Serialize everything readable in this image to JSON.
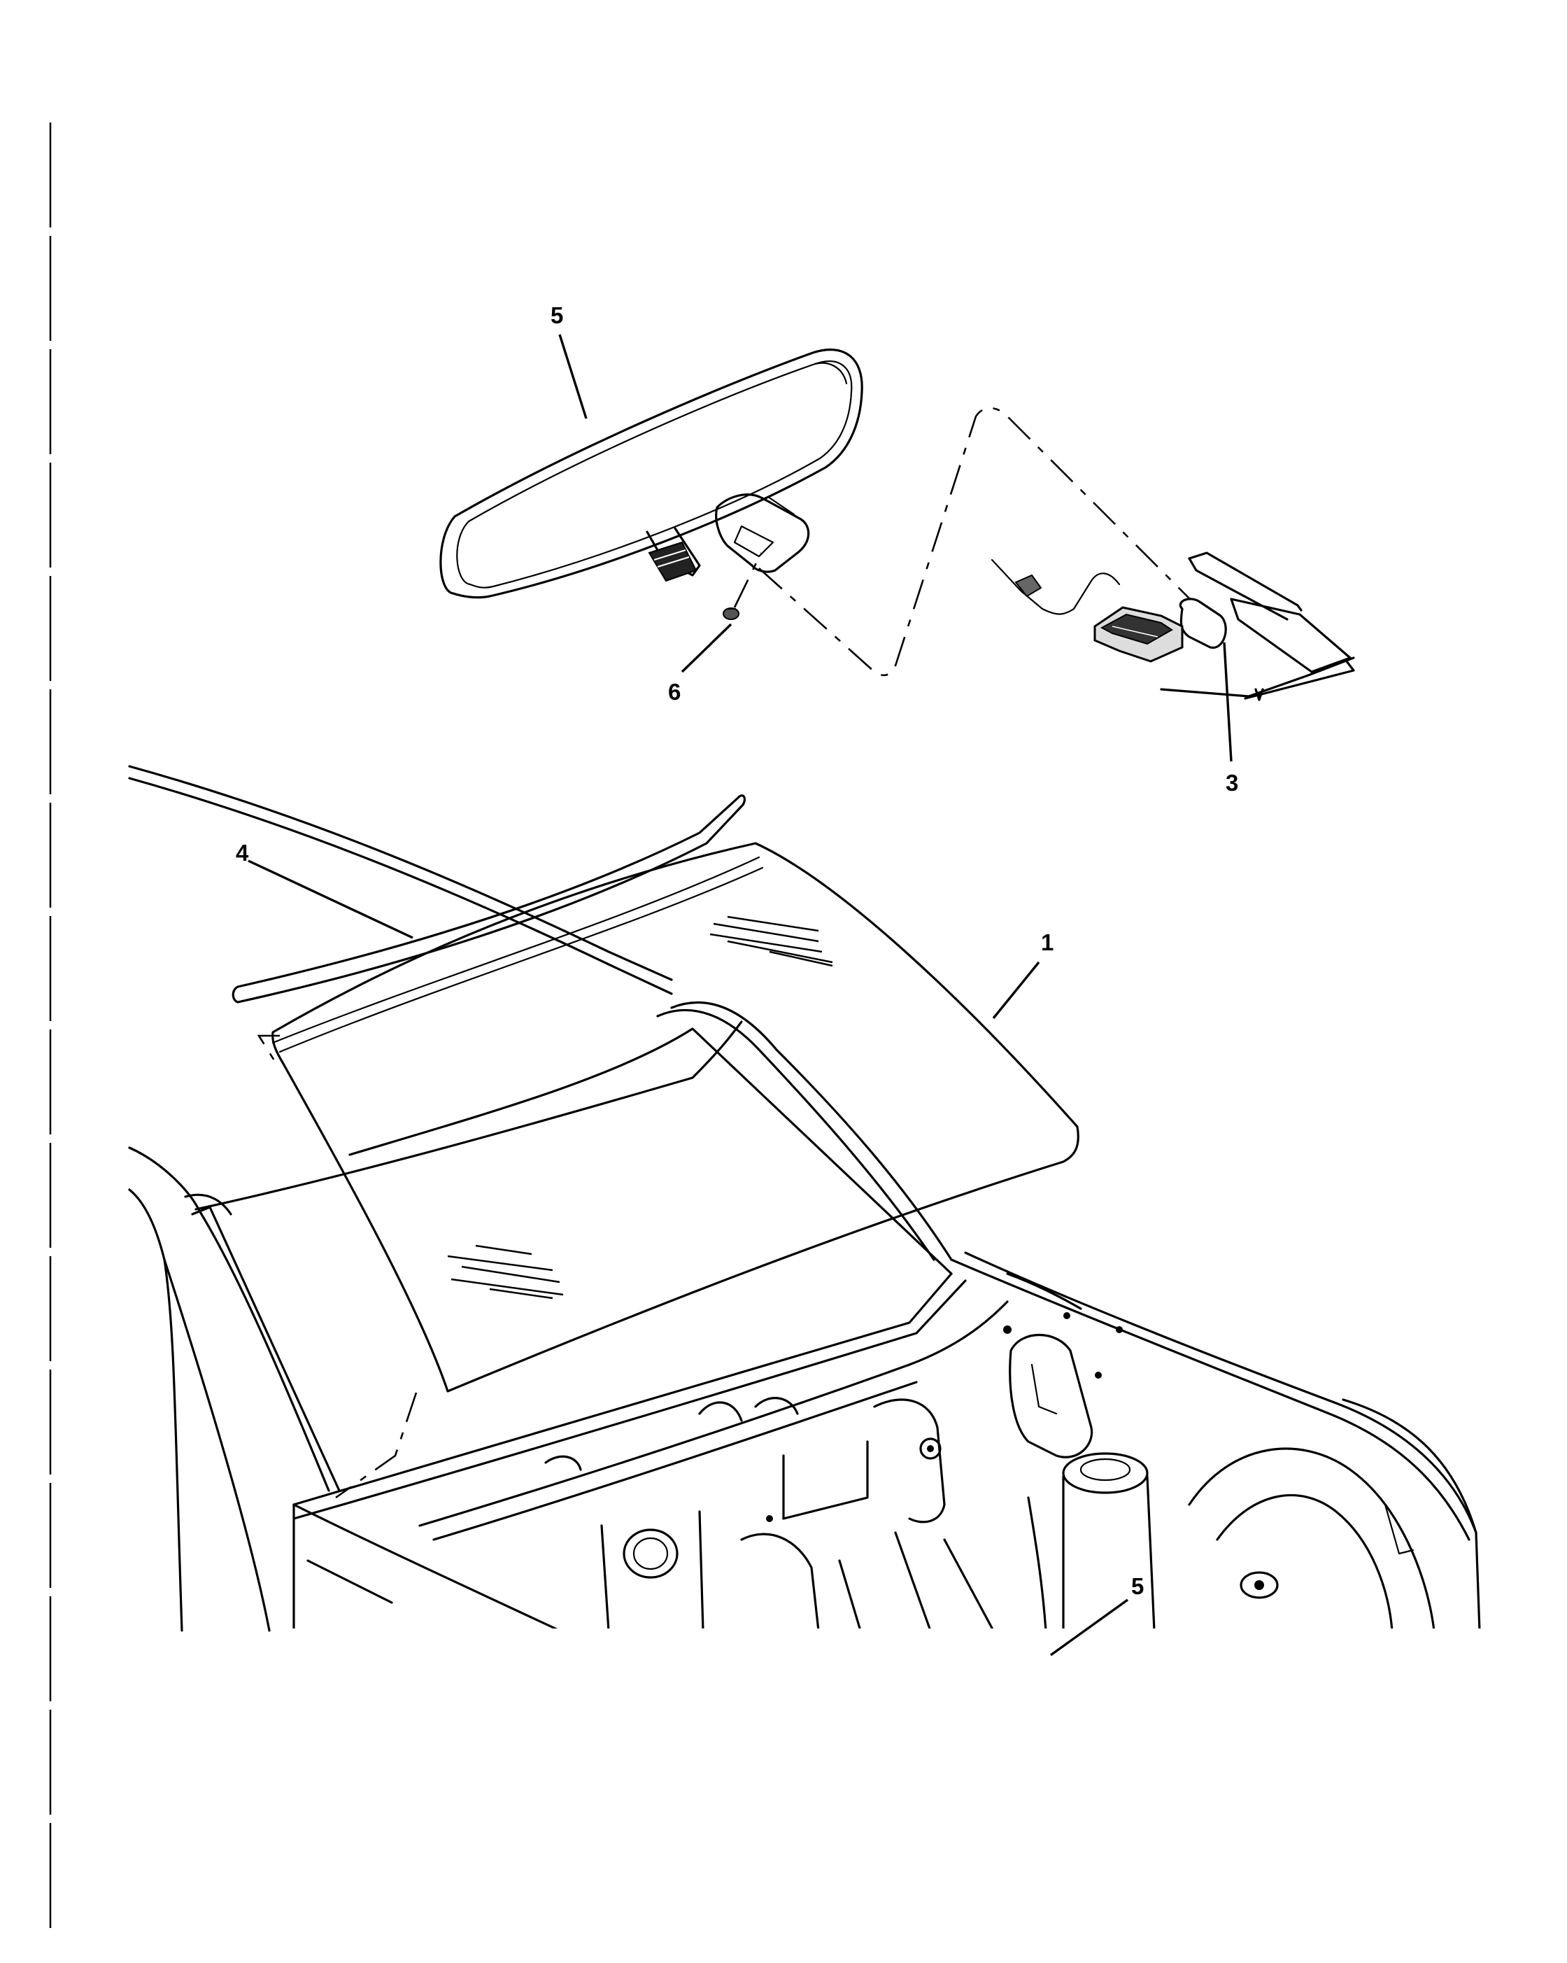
{
  "callouts": [
    {
      "id": "callout-1",
      "label": "1",
      "part": "windshield"
    },
    {
      "id": "callout-3",
      "label": "3",
      "part": "sensor-pad"
    },
    {
      "id": "callout-4",
      "label": "4",
      "part": "windshield-molding"
    },
    {
      "id": "callout-5-mirror",
      "label": "5",
      "part": "rearview-mirror"
    },
    {
      "id": "callout-5-lower",
      "label": "5",
      "part": "cowl"
    },
    {
      "id": "callout-6",
      "label": "6",
      "part": "screw"
    }
  ],
  "colors": {
    "line": "#000000",
    "background": "#ffffff"
  }
}
